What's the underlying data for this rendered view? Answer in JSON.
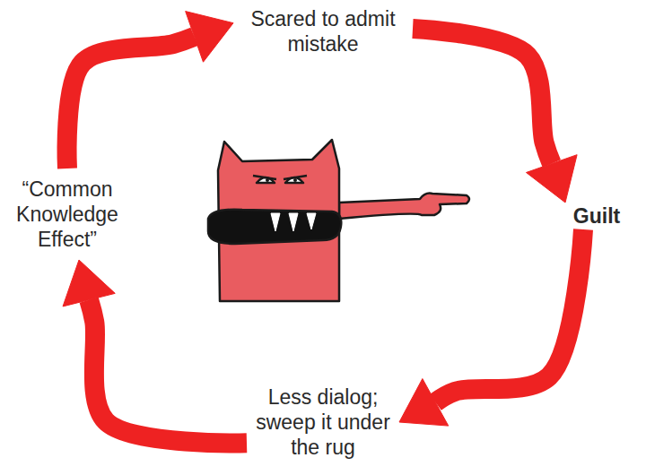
{
  "diagram": {
    "nodes": [
      {
        "text": [
          "Scared to admit mistake"
        ]
      },
      {
        "text": [
          "Guilt"
        ]
      },
      {
        "text": [
          "Less dialog; sweep it under the rug"
        ]
      },
      {
        "text": [
          "“Common Knowledge Effect”"
        ]
      }
    ],
    "edges": [
      {
        "from": 0,
        "to": 1,
        "arrow": "to"
      },
      {
        "from": 1,
        "to": 2,
        "arrow": "to"
      },
      {
        "from": 2,
        "to": 3,
        "arrow": "to"
      },
      {
        "from": 3,
        "to": 0,
        "arrow": "to"
      }
    ]
  }
}
